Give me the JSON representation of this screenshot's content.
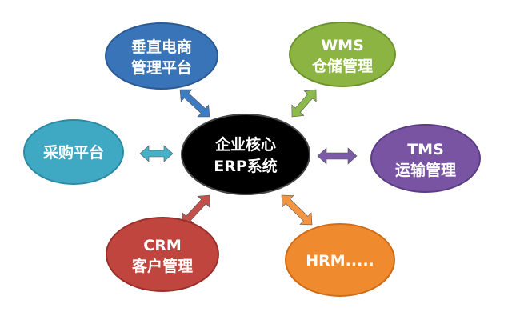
{
  "center": {
    "line1": "企业核心",
    "line2": "ERP系统",
    "color": "#000000"
  },
  "nodes": [
    {
      "id": "ecommerce",
      "line1": "垂直电商",
      "line2": "管理平台",
      "color": "#3a74b8",
      "stroke": "#2a5a94",
      "arrow_color": "#3d7cc0"
    },
    {
      "id": "wms",
      "line1": "WMS",
      "line2": "仓储管理",
      "color": "#8bb443",
      "stroke": "#6d9330",
      "arrow_color": "#8cbb4a"
    },
    {
      "id": "procurement",
      "line1": "采购平台",
      "line2": "",
      "color": "#3fa9c4",
      "stroke": "#2c8aa3",
      "arrow_color": "#45b0c8"
    },
    {
      "id": "tms",
      "line1": "TMS",
      "line2": "运输管理",
      "color": "#7954a3",
      "stroke": "#5c3d85",
      "arrow_color": "#7b5aa6"
    },
    {
      "id": "crm",
      "line1": "CRM",
      "line2": "客户管理",
      "color": "#c0453f",
      "stroke": "#9a302b",
      "arrow_color": "#c4504a"
    },
    {
      "id": "hrm",
      "line1": "HRM.....",
      "line2": "",
      "color": "#f08a2e",
      "stroke": "#cf6d18",
      "arrow_color": "#f29440"
    }
  ]
}
